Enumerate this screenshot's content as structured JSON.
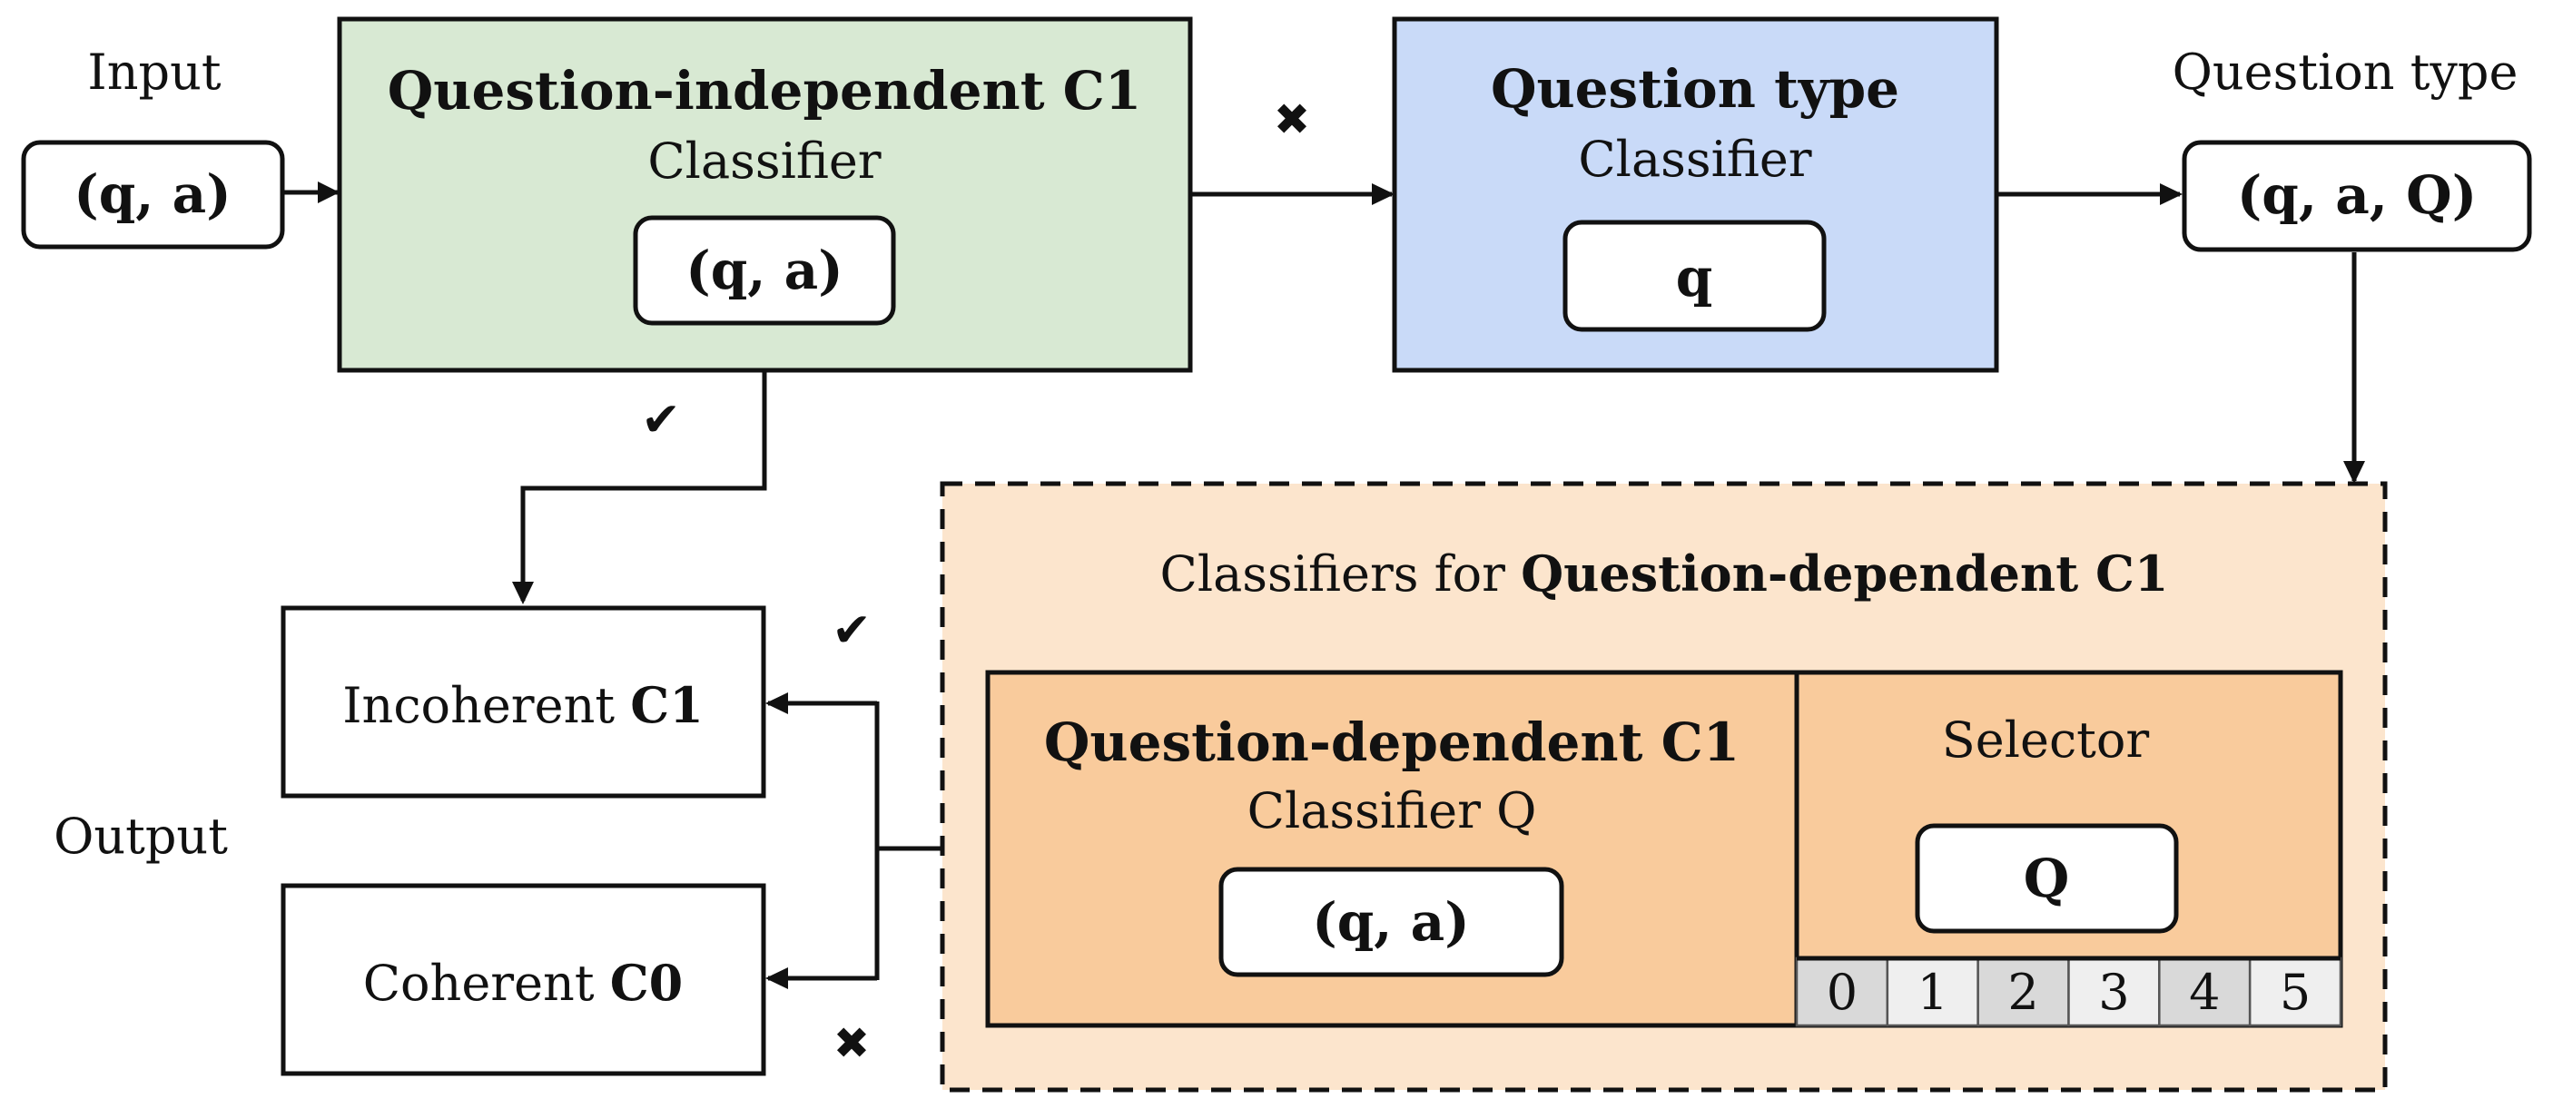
{
  "colors": {
    "independent_box": "#d8e9d3",
    "question_type_box": "#c9daf8",
    "dependent_container": "#fce5cd",
    "dependent_box": "#f9cb9c",
    "cell_shaded": "#d9d9d9",
    "cell_light": "#efefef",
    "stroke": "#111111"
  },
  "labels": {
    "input": "Input",
    "output": "Output",
    "question_type": "Question type"
  },
  "input_pill": "(q, a)",
  "output_pill": "(q, a, Q)",
  "independent": {
    "title": "Question-independent C1",
    "subtitle": "Classifier",
    "pill": "(q, a)"
  },
  "question_type_classifier": {
    "title": "Question type",
    "subtitle": "Classifier",
    "pill": "q"
  },
  "dependent_group": {
    "caption_prefix": "Classifiers for ",
    "caption_bold": "Question-dependent C1",
    "classifier": {
      "title": "Question-dependent C1",
      "subtitle": "Classifier Q",
      "pill": "(q, a)"
    },
    "selector": {
      "title": "Selector",
      "pill": "Q",
      "cells": [
        "0",
        "1",
        "2",
        "3",
        "4",
        "5"
      ]
    }
  },
  "outputs": {
    "incoherent_prefix": "Incoherent ",
    "incoherent_bold": "C1",
    "coherent_prefix": "Coherent ",
    "coherent_bold": "C0"
  },
  "marks": {
    "check": "✔",
    "cross": "✖"
  }
}
